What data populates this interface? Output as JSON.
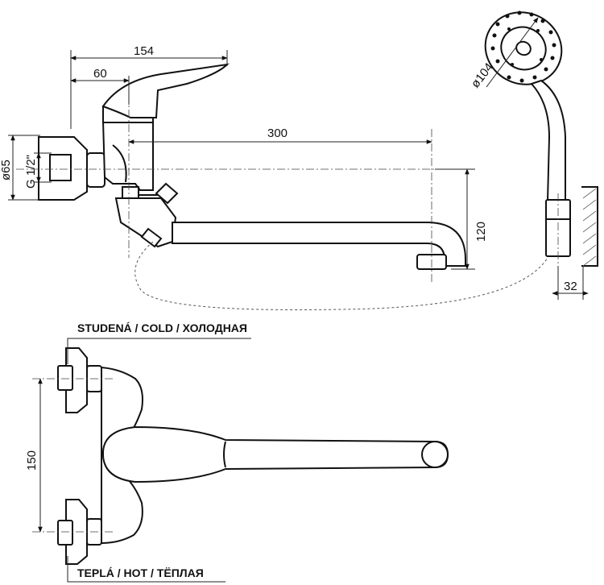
{
  "dimensions": {
    "overall_depth": "154",
    "handle_offset": "60",
    "spout_length": "300",
    "spout_drop": "120",
    "flange_diameter": "ø65",
    "thread": "G 1/2\"",
    "head_diameter": "ø104",
    "holder_offset": "32",
    "inlet_spacing": "150"
  },
  "labels": {
    "cold": "STUDENÁ / COLD / ХОЛОДНАЯ",
    "hot": "TEPLÁ / HOT / ТЁПЛАЯ"
  }
}
